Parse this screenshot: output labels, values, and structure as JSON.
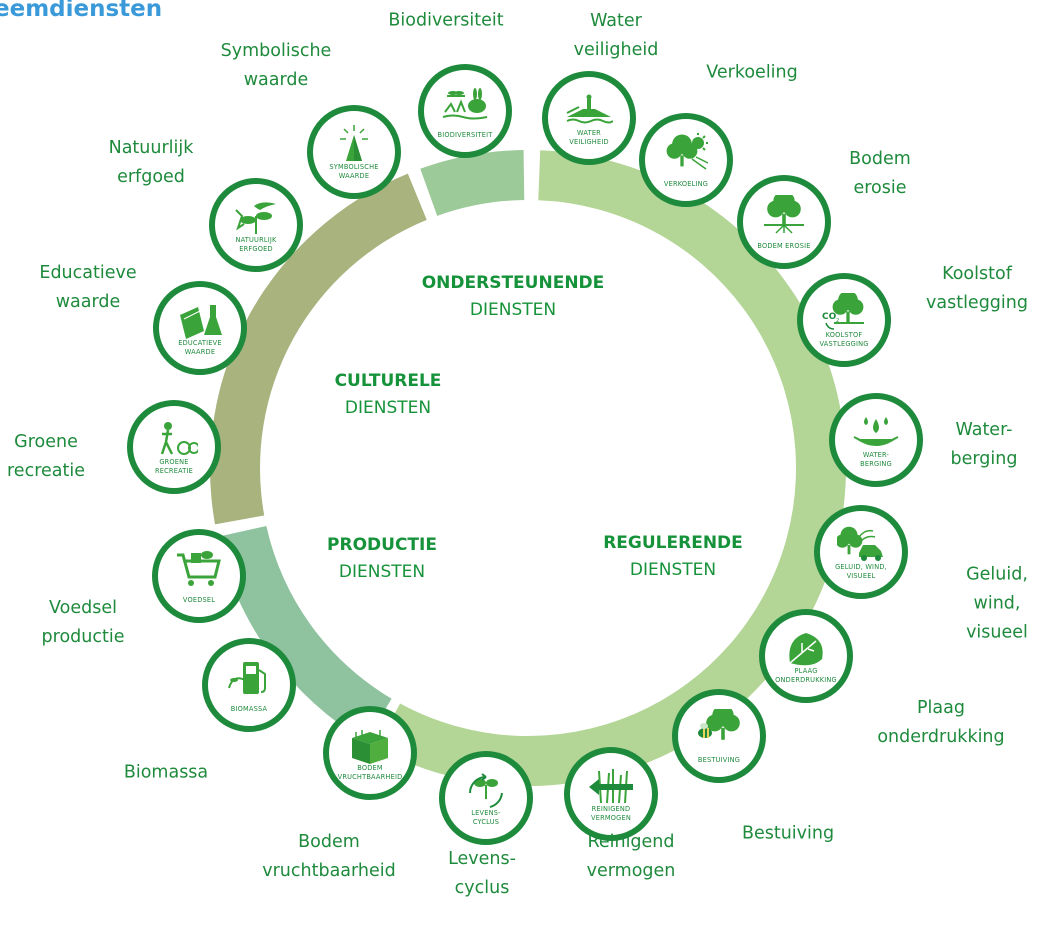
{
  "title": "eemdiensten",
  "colors": {
    "outline": "#1e8a3c",
    "icon": "#3aa33a",
    "text": "#1e8a3c",
    "title": "#3a9ad9",
    "seg_regulerende": "#b3d595",
    "seg_productie": "#8fc29f",
    "seg_culturele": "#a8b37e",
    "seg_ondersteunende": "#9cca98"
  },
  "categories": [
    {
      "id": "ondersteunende",
      "bold": "ONDERSTEUNENDE",
      "normal": "DIENSTEN"
    },
    {
      "id": "culturele",
      "bold": "CULTURELE",
      "normal": "DIENSTEN"
    },
    {
      "id": "productie",
      "bold": "PRODUCTIE",
      "normal": "DIENSTEN"
    },
    {
      "id": "regulerende",
      "bold": "REGULERENDE",
      "normal": "DIENSTEN"
    }
  ],
  "services": [
    {
      "id": "biodiversiteit",
      "label": "Biodiversiteit",
      "badge": "BIODIVERSITEIT",
      "icon": "dragonfly-rabbit-icon"
    },
    {
      "id": "water-veiligheid",
      "label": "Water\nveiligheid",
      "badge": "WATER\nVEILIGHEID",
      "icon": "dike-icon"
    },
    {
      "id": "verkoeling",
      "label": "Verkoeling",
      "badge": "VERKOELING",
      "icon": "tree-sun-icon"
    },
    {
      "id": "bodem-erosie",
      "label": "Bodem\nerosie",
      "badge": "BODEM EROSIE",
      "icon": "tree-roots-icon"
    },
    {
      "id": "koolstof",
      "label": "Koolstof\nvastlegging",
      "badge": "KOOLSTOF\nVASTLEGGING",
      "icon": "tree-co2-icon"
    },
    {
      "id": "waterberging",
      "label": "Water-\nberging",
      "badge": "WATER-\nBERGING",
      "icon": "water-drops-icon"
    },
    {
      "id": "geluid",
      "label": "Geluid, wind,\nvisueel",
      "badge": "GELUID, WIND,\nVISUEEL",
      "icon": "tree-car-icon"
    },
    {
      "id": "plaag",
      "label": "Plaag\nonderdrukking",
      "badge": "PLAAG\nONDERDRUKKING",
      "icon": "leaf-icon"
    },
    {
      "id": "bestuiving",
      "label": "Bestuiving",
      "badge": "BESTUIVING",
      "icon": "bee-tree-icon"
    },
    {
      "id": "reinigend",
      "label": "Reinigend\nvermogen",
      "badge": "REINIGEND\nVERMOGEN",
      "icon": "reeds-arrow-icon"
    },
    {
      "id": "levenscyclus",
      "label": "Levens-\ncyclus",
      "badge": "LEVENS-\nCYCLUS",
      "icon": "sprout-cycle-icon"
    },
    {
      "id": "bodem-vruchtbaarheid",
      "label": "Bodem\nvruchtbaarheid",
      "badge": "BODEM\nVRUCHTBAARHEID",
      "icon": "soil-block-icon"
    },
    {
      "id": "biomassa",
      "label": "Biomassa",
      "badge": "BIOMASSA",
      "icon": "fuel-pump-icon"
    },
    {
      "id": "voedsel",
      "label": "Voedsel\nproductie",
      "badge": "VOEDSEL",
      "icon": "shopping-cart-icon"
    },
    {
      "id": "groene-recreatie",
      "label": "Groene\nrecreatie",
      "badge": "GROENE\nRECREATIE",
      "icon": "hiker-bike-icon"
    },
    {
      "id": "educatieve-waarde",
      "label": "Educatieve\nwaarde",
      "badge": "EDUCATIEVE\nWAARDE",
      "icon": "books-flask-icon"
    },
    {
      "id": "natuurlijk-erfgoed",
      "label": "Natuurlijk\nerfgoed",
      "badge": "NATUURLIJK\nERFGOED",
      "icon": "bird-plant-icon"
    },
    {
      "id": "symbolische-waarde",
      "label": "Symbolische\nwaarde",
      "badge": "SYMBOLISCHE\nWAARDE",
      "icon": "monument-icon"
    }
  ]
}
